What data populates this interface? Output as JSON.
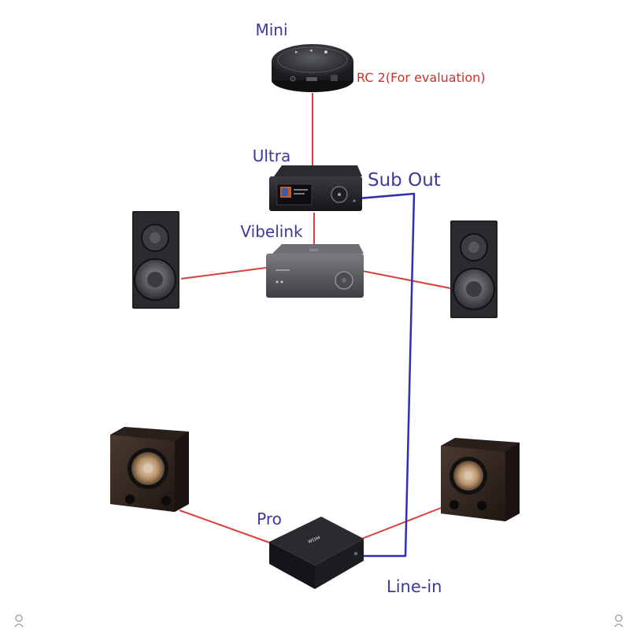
{
  "labels": {
    "mini": "Mini",
    "remote": "RC 2(For evaluation)",
    "ultra": "Ultra",
    "sub_out": "Sub Out",
    "vibelink": "Vibelink",
    "pro": "Pro",
    "line_in": "Line-in"
  },
  "colors": {
    "device_label": "#3b3a9a",
    "remote_label": "#d0302a",
    "speaker_wire": "#d9403a",
    "sub_cable": "#2f2fb0",
    "device_dark": "#1c1d20",
    "amp_body": "#55575b"
  },
  "icons": {
    "corner_left": "user-outline-icon",
    "corner_right": "user-outline-icon"
  }
}
